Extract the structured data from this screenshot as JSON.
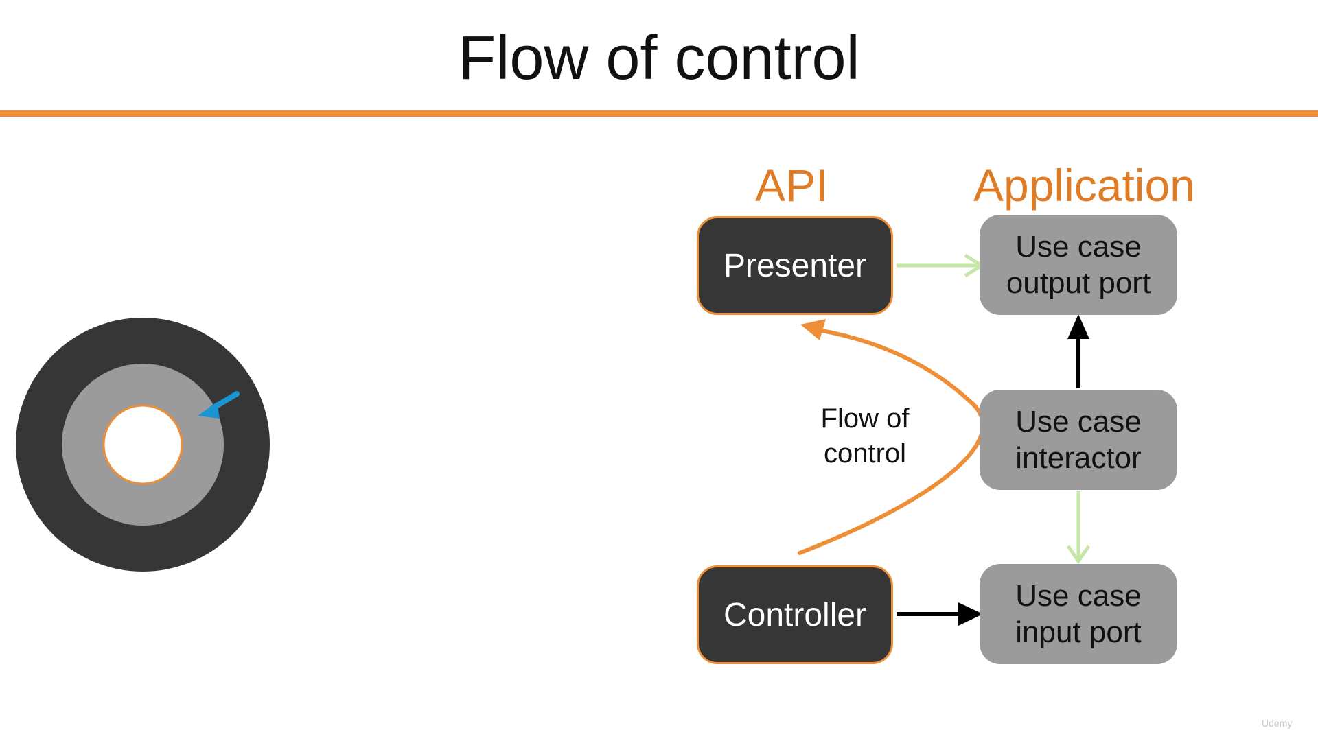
{
  "slide": {
    "title": "Flow of control"
  },
  "columns": {
    "api": "API",
    "application": "Application"
  },
  "nodes": {
    "presenter": "Presenter",
    "controller": "Controller",
    "output_port_line1": "Use case",
    "output_port_line2": "output port",
    "interactor_line1": "Use case",
    "interactor_line2": "interactor",
    "input_port_line1": "Use case",
    "input_port_line2": "input port"
  },
  "labels": {
    "flow_line1": "Flow of",
    "flow_line2": "control"
  },
  "watermark": "Udemy",
  "colors": {
    "accent": "#EE8E36",
    "heading": "#E07B25",
    "dark_node": "#363636",
    "gray_node": "#9B9B9B",
    "green_arrow": "#C5E6A6",
    "blue_arrow": "#1A95D3"
  }
}
